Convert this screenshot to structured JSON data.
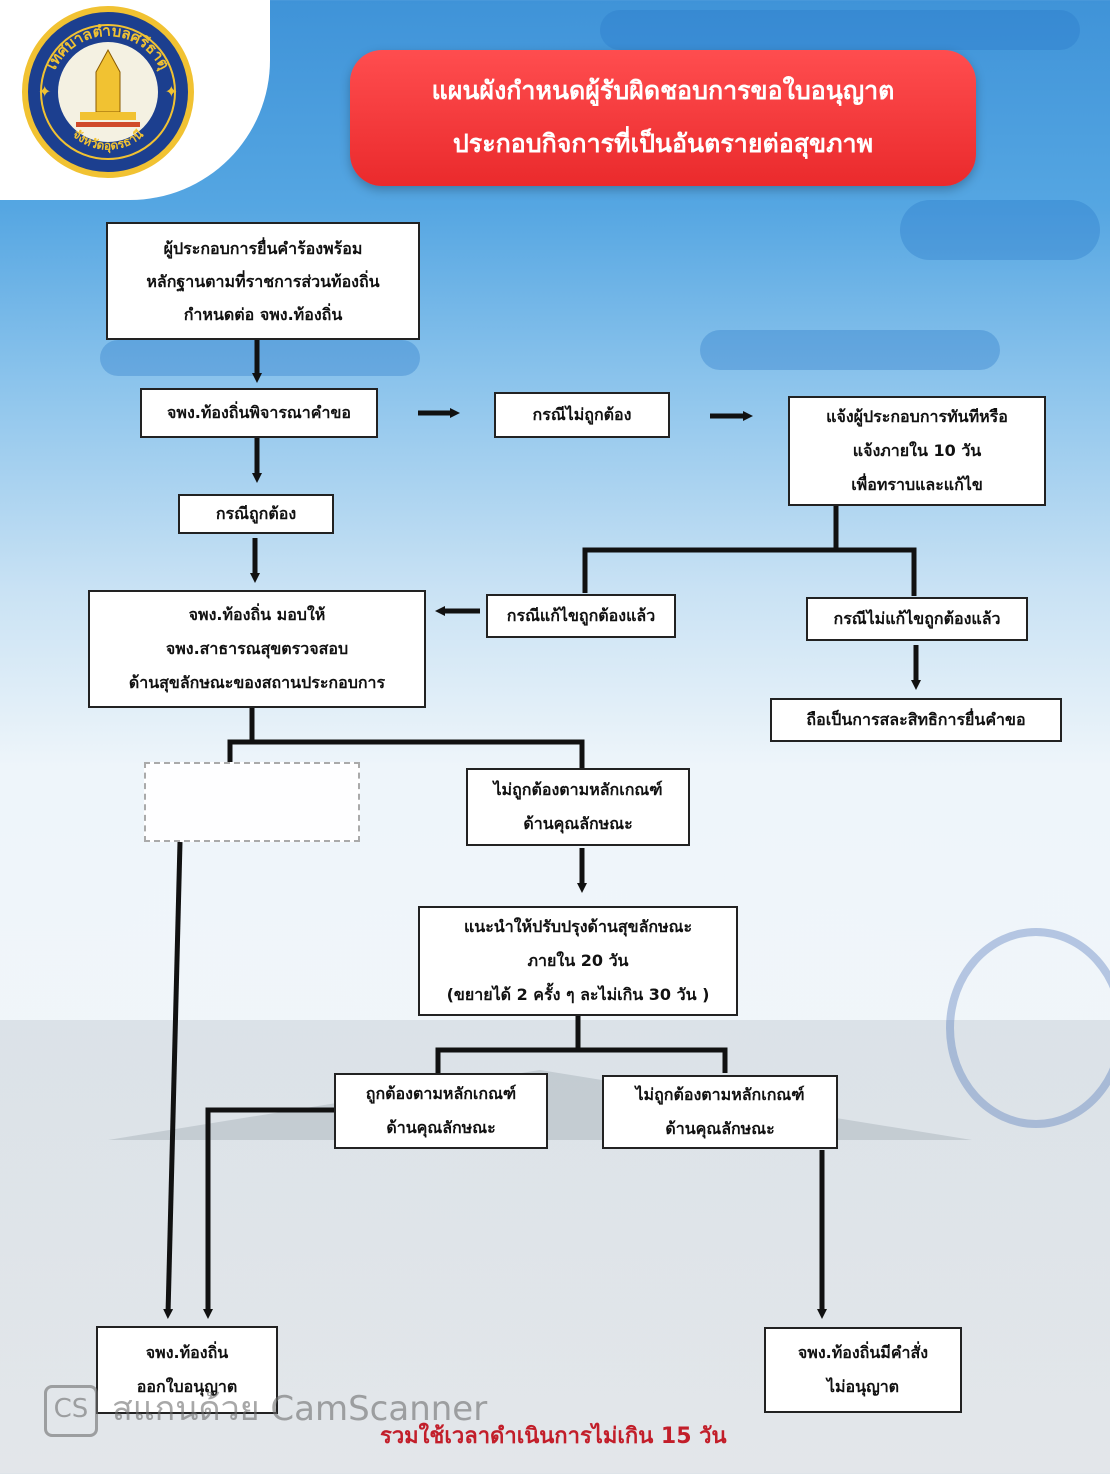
{
  "title": {
    "line1": "แผนผังกำหนดผู้รับผิดชอบการขอใบอนุญาต",
    "line2": "ประกอบกิจการที่เป็นอันตรายต่อสุขภาพ"
  },
  "logo": {
    "arc_top": "เทศบาลตำบลศรีธาตุ",
    "arc_bottom": "จังหวัดอุดรธานี",
    "icon": "municipality-seal-icon"
  },
  "steps": {
    "submit": {
      "line1": "ผู้ประกอบการยื่นคำร้องพร้อม",
      "line2": "หลักฐานตามที่ราชการส่วนท้องถิ่น",
      "line3": "กำหนดต่อ จพง.ท้องถิ่น"
    },
    "review": "จพง.ท้องถิ่นพิจารณาคำขอ",
    "case_incorrect": "กรณีไม่ถูกต้อง",
    "notify": {
      "line1": "แจ้งผู้ประกอบการทันทีหรือ",
      "line2": "แจ้งภายใน 10 วัน",
      "line3": "เพื่อทราบและแก้ไข"
    },
    "case_correct": "กรณีถูกต้อง",
    "assign": {
      "line1": "จพง.ท้องถิ่น มอบให้",
      "line2": "จพง.สาธารณสุขตรวจสอบ",
      "line3": "ด้านสุขลักษณะของสถานประกอบการ"
    },
    "case_fixed": "กรณีแก้ไขถูกต้องแล้ว",
    "case_not_fixed": "กรณีไม่แก้ไขถูกต้องแล้ว",
    "waive": "ถือเป็นการสละสิทธิการยื่นคำขอ",
    "not_criteria": {
      "line1": "ไม่ถูกต้องตามหลักเกณฑ์",
      "line2": "ด้านคุณลักษณะ"
    },
    "improve": {
      "line1": "แนะนำให้ปรับปรุงด้านสุขลักษณะ",
      "line2": "ภายใน 20 วัน",
      "line3": "(ขยายได้ 2 ครั้ง ๆ ละไม่เกิน 30 วัน )"
    },
    "correct_criteria": {
      "line1": "ถูกต้องตามหลักเกณฑ์",
      "line2": "ด้านคุณลักษณะ"
    },
    "incorrect_criteria": {
      "line1": "ไม่ถูกต้องตามหลักเกณฑ์",
      "line2": "ด้านคุณลักษณะ"
    },
    "issue_license": {
      "line1": "จพง.ท้องถิ่น",
      "line2": "ออกใบอนุญาต"
    },
    "deny_license": {
      "line1": "จพง.ท้องถิ่นมีคำสั่ง",
      "line2": "ไม่อนุญาต"
    }
  },
  "footer": "รวมใช้เวลาดำเนินการไม่เกิน 15 วัน",
  "watermark": {
    "badge": "CS",
    "text": "สแกนด้วย CamScanner"
  },
  "colors": {
    "title_bg": "#ea2a2c",
    "footer_text": "#c21e2a",
    "sky": "#3f93d8"
  }
}
